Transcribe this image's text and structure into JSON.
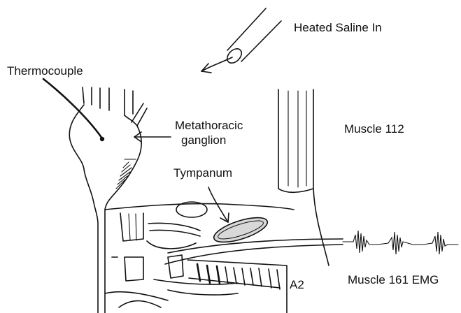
{
  "labels": {
    "heated_saline": "Heated Saline In",
    "thermocouple": "Thermocouple",
    "metathoracic_line1": "Metathoracic",
    "metathoracic_line2": "ganglion",
    "muscle112": "Muscle 112",
    "tympanum": "Tympanum",
    "muscle161": "Muscle 161 EMG",
    "a2": "A2"
  },
  "colors": {
    "ink": "#111111",
    "background": "#ffffff",
    "tympanum_fill": "#d8d8d8"
  }
}
